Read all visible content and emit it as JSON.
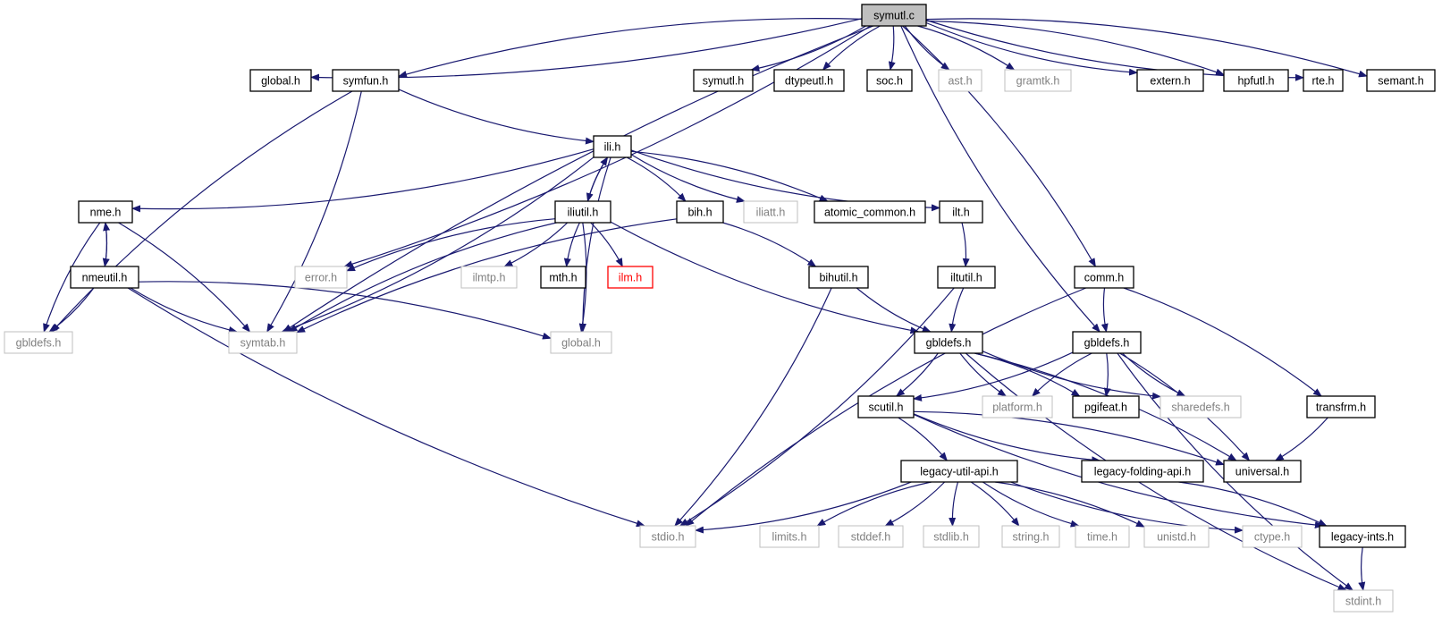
{
  "diagram": {
    "nodes": [
      {
        "id": "symutl_c",
        "label": "symutl.c",
        "style": "root"
      },
      {
        "id": "global_h_top",
        "label": "global.h",
        "style": "documented"
      },
      {
        "id": "symfun_h",
        "label": "symfun.h",
        "style": "documented"
      },
      {
        "id": "symutl_h",
        "label": "symutl.h",
        "style": "documented"
      },
      {
        "id": "dtypeutl_h",
        "label": "dtypeutl.h",
        "style": "documented"
      },
      {
        "id": "soc_h",
        "label": "soc.h",
        "style": "documented"
      },
      {
        "id": "ast_h",
        "label": "ast.h",
        "style": "external"
      },
      {
        "id": "gramtk_h",
        "label": "gramtk.h",
        "style": "external"
      },
      {
        "id": "extern_h",
        "label": "extern.h",
        "style": "documented"
      },
      {
        "id": "hpfutl_h",
        "label": "hpfutl.h",
        "style": "documented"
      },
      {
        "id": "rte_h",
        "label": "rte.h",
        "style": "documented"
      },
      {
        "id": "semant_h",
        "label": "semant.h",
        "style": "documented"
      },
      {
        "id": "ili_h",
        "label": "ili.h",
        "style": "documented"
      },
      {
        "id": "nme_h",
        "label": "nme.h",
        "style": "documented"
      },
      {
        "id": "iliutil_h",
        "label": "iliutil.h",
        "style": "documented"
      },
      {
        "id": "bih_h",
        "label": "bih.h",
        "style": "documented"
      },
      {
        "id": "iliatt_h",
        "label": "iliatt.h",
        "style": "external"
      },
      {
        "id": "atomic_common_h",
        "label": "atomic_common.h",
        "style": "documented"
      },
      {
        "id": "ilt_h",
        "label": "ilt.h",
        "style": "documented"
      },
      {
        "id": "nmeutil_h",
        "label": "nmeutil.h",
        "style": "documented"
      },
      {
        "id": "error_h",
        "label": "error.h",
        "style": "external"
      },
      {
        "id": "ilmtp_h",
        "label": "ilmtp.h",
        "style": "external"
      },
      {
        "id": "mth_h",
        "label": "mth.h",
        "style": "documented"
      },
      {
        "id": "ilm_h",
        "label": "ilm.h",
        "style": "truncated"
      },
      {
        "id": "bihutil_h",
        "label": "bihutil.h",
        "style": "documented"
      },
      {
        "id": "iltutil_h",
        "label": "iltutil.h",
        "style": "documented"
      },
      {
        "id": "comm_h",
        "label": "comm.h",
        "style": "documented"
      },
      {
        "id": "gbldefs_h_left",
        "label": "gbldefs.h",
        "style": "external"
      },
      {
        "id": "symtab_h",
        "label": "symtab.h",
        "style": "external"
      },
      {
        "id": "global_h_mid",
        "label": "global.h",
        "style": "external"
      },
      {
        "id": "gbldefs_h_a",
        "label": "gbldefs.h",
        "style": "documented"
      },
      {
        "id": "gbldefs_h_b",
        "label": "gbldefs.h",
        "style": "documented"
      },
      {
        "id": "scutil_h",
        "label": "scutil.h",
        "style": "documented"
      },
      {
        "id": "platform_h",
        "label": "platform.h",
        "style": "external"
      },
      {
        "id": "pgifeat_h",
        "label": "pgifeat.h",
        "style": "documented"
      },
      {
        "id": "sharedefs_h",
        "label": "sharedefs.h",
        "style": "external"
      },
      {
        "id": "transfrm_h",
        "label": "transfrm.h",
        "style": "documented"
      },
      {
        "id": "legacy_util_api_h",
        "label": "legacy-util-api.h",
        "style": "documented"
      },
      {
        "id": "legacy_folding_api_h",
        "label": "legacy-folding-api.h",
        "style": "documented"
      },
      {
        "id": "universal_h",
        "label": "universal.h",
        "style": "documented"
      },
      {
        "id": "stdio_h",
        "label": "stdio.h",
        "style": "external"
      },
      {
        "id": "limits_h",
        "label": "limits.h",
        "style": "external"
      },
      {
        "id": "stddef_h",
        "label": "stddef.h",
        "style": "external"
      },
      {
        "id": "stdlib_h",
        "label": "stdlib.h",
        "style": "external"
      },
      {
        "id": "string_h",
        "label": "string.h",
        "style": "external"
      },
      {
        "id": "time_h",
        "label": "time.h",
        "style": "external"
      },
      {
        "id": "unistd_h",
        "label": "unistd.h",
        "style": "external"
      },
      {
        "id": "ctype_h",
        "label": "ctype.h",
        "style": "external"
      },
      {
        "id": "legacy_ints_h",
        "label": "legacy-ints.h",
        "style": "documented"
      },
      {
        "id": "stdint_h",
        "label": "stdint.h",
        "style": "external"
      }
    ],
    "edges": [
      [
        "symutl_c",
        "global_h_top"
      ],
      [
        "symutl_c",
        "symfun_h"
      ],
      [
        "symutl_c",
        "symutl_h"
      ],
      [
        "symutl_c",
        "dtypeutl_h"
      ],
      [
        "symutl_c",
        "soc_h"
      ],
      [
        "symutl_c",
        "ast_h"
      ],
      [
        "symutl_c",
        "gramtk_h"
      ],
      [
        "symutl_c",
        "extern_h"
      ],
      [
        "symutl_c",
        "hpfutl_h"
      ],
      [
        "symutl_c",
        "rte_h"
      ],
      [
        "symutl_c",
        "semant_h"
      ],
      [
        "symutl_c",
        "symtab_h"
      ],
      [
        "symutl_c",
        "error_h"
      ],
      [
        "symutl_c",
        "gbldefs_h_b"
      ],
      [
        "symutl_c",
        "comm_h"
      ],
      [
        "symfun_h",
        "gbldefs_h_left"
      ],
      [
        "symfun_h",
        "symtab_h"
      ],
      [
        "symfun_h",
        "ili_h"
      ],
      [
        "ili_h",
        "nme_h"
      ],
      [
        "ili_h",
        "iliutil_h"
      ],
      [
        "ili_h",
        "bih_h"
      ],
      [
        "ili_h",
        "iliatt_h"
      ],
      [
        "ili_h",
        "atomic_common_h"
      ],
      [
        "ili_h",
        "ilt_h"
      ],
      [
        "ili_h",
        "symtab_h"
      ],
      [
        "ili_h",
        "global_h_mid"
      ],
      [
        "iliutil_h",
        "ili_h"
      ],
      [
        "iliutil_h",
        "error_h"
      ],
      [
        "iliutil_h",
        "ilmtp_h"
      ],
      [
        "iliutil_h",
        "mth_h"
      ],
      [
        "iliutil_h",
        "ilm_h"
      ],
      [
        "iliutil_h",
        "symtab_h"
      ],
      [
        "iliutil_h",
        "global_h_mid"
      ],
      [
        "iliutil_h",
        "gbldefs_h_a"
      ],
      [
        "nme_h",
        "nmeutil_h"
      ],
      [
        "nme_h",
        "gbldefs_h_left"
      ],
      [
        "nme_h",
        "symtab_h"
      ],
      [
        "nmeutil_h",
        "nme_h"
      ],
      [
        "nmeutil_h",
        "gbldefs_h_left"
      ],
      [
        "nmeutil_h",
        "symtab_h"
      ],
      [
        "nmeutil_h",
        "global_h_mid"
      ],
      [
        "nmeutil_h",
        "stdio_h"
      ],
      [
        "bih_h",
        "bihutil_h"
      ],
      [
        "bih_h",
        "symtab_h"
      ],
      [
        "ilt_h",
        "iltutil_h"
      ],
      [
        "bihutil_h",
        "gbldefs_h_a"
      ],
      [
        "bihutil_h",
        "stdio_h"
      ],
      [
        "iltutil_h",
        "gbldefs_h_a"
      ],
      [
        "iltutil_h",
        "stdio_h"
      ],
      [
        "comm_h",
        "gbldefs_h_b"
      ],
      [
        "comm_h",
        "transfrm_h"
      ],
      [
        "comm_h",
        "stdio_h"
      ],
      [
        "gbldefs_h_a",
        "scutil_h"
      ],
      [
        "gbldefs_h_a",
        "platform_h"
      ],
      [
        "gbldefs_h_a",
        "pgifeat_h"
      ],
      [
        "gbldefs_h_a",
        "sharedefs_h"
      ],
      [
        "gbldefs_h_a",
        "universal_h"
      ],
      [
        "gbldefs_h_a",
        "stdint_h"
      ],
      [
        "gbldefs_h_b",
        "scutil_h"
      ],
      [
        "gbldefs_h_b",
        "platform_h"
      ],
      [
        "gbldefs_h_b",
        "pgifeat_h"
      ],
      [
        "gbldefs_h_b",
        "sharedefs_h"
      ],
      [
        "gbldefs_h_b",
        "universal_h"
      ],
      [
        "gbldefs_h_b",
        "stdint_h"
      ],
      [
        "scutil_h",
        "legacy_util_api_h"
      ],
      [
        "scutil_h",
        "legacy_folding_api_h"
      ],
      [
        "scutil_h",
        "universal_h"
      ],
      [
        "scutil_h",
        "legacy_ints_h"
      ],
      [
        "legacy_util_api_h",
        "stdio_h"
      ],
      [
        "legacy_util_api_h",
        "limits_h"
      ],
      [
        "legacy_util_api_h",
        "stddef_h"
      ],
      [
        "legacy_util_api_h",
        "stdlib_h"
      ],
      [
        "legacy_util_api_h",
        "string_h"
      ],
      [
        "legacy_util_api_h",
        "time_h"
      ],
      [
        "legacy_util_api_h",
        "unistd_h"
      ],
      [
        "legacy_util_api_h",
        "ctype_h"
      ],
      [
        "legacy_folding_api_h",
        "legacy_ints_h"
      ],
      [
        "legacy_ints_h",
        "stdint_h"
      ],
      [
        "transfrm_h",
        "universal_h"
      ]
    ]
  },
  "colors": {
    "edge": "#191970",
    "documented_border": "#000000",
    "external_border": "#bfbfbf",
    "truncated_border": "#ff0000",
    "root_fill": "#bfbfbf",
    "external_text": "#808080"
  }
}
